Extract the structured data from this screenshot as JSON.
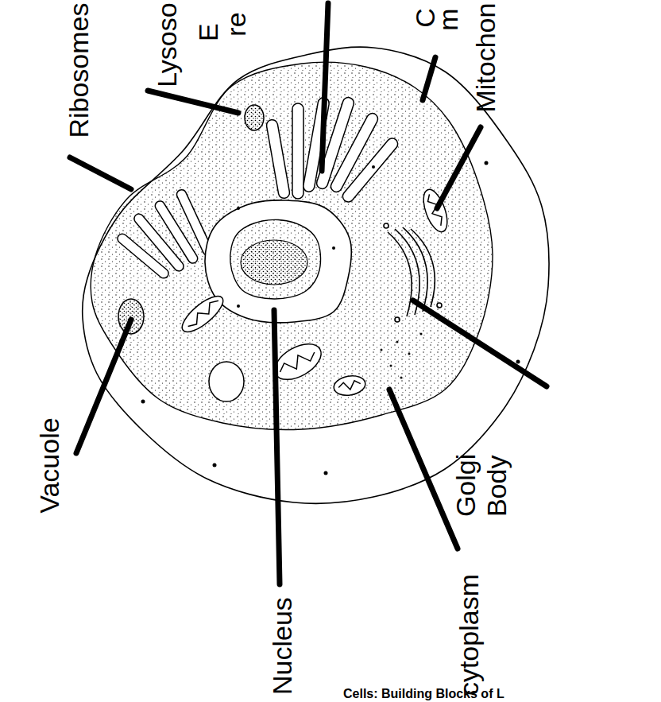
{
  "diagram": {
    "caption": "Cells: Building Blocks of L",
    "labels": [
      "Ribosomes",
      "Lysoso",
      "E",
      "re",
      "C",
      "m",
      "Mitochon",
      "Golgi Body",
      "cytoplasm",
      "Nucleus",
      "Vacuole"
    ]
  }
}
